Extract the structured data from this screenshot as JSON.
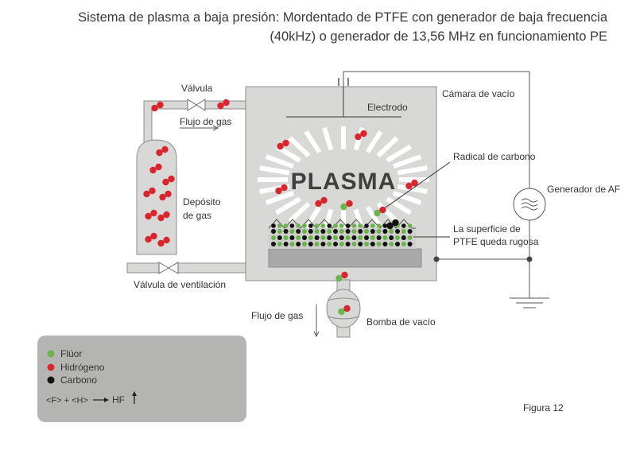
{
  "title": {
    "line1": "Sistema de plasma a baja presión: Mordentado de PTFE con generador de baja frecuencia",
    "line2": "(40kHz) o generador de 13,56 MHz en funcionamiento PE"
  },
  "labels": {
    "valve": "Válvula",
    "gas_flow_top": "Flujo de gas",
    "deposit_line1": "Depósito",
    "deposit_line2": "de gas",
    "vent_valve": "Válvula de ventilación",
    "vacuum_chamber": "Cámara de vacío",
    "electrode": "Electrodo",
    "plasma": "PLASMA",
    "carbon_radical": "Radical de carbono",
    "generator": "Generador de AF",
    "surface_line1": "La superficie de",
    "surface_line2": "PTFE queda rugosa",
    "gas_flow_bottom": "Flujo de gas",
    "vacuum_pump": "Bomba de vacío",
    "figure": "Figura 12"
  },
  "legend": {
    "items": [
      {
        "label": "Flúor",
        "color": "#6db34e"
      },
      {
        "label": "Hidrógeno",
        "color": "#d9262e"
      },
      {
        "label": "Carbono",
        "color": "#111111"
      }
    ],
    "formula": "<F> + <H>",
    "formula_product": "HF"
  },
  "colors": {
    "fill": "#d8d8d6",
    "stroke": "#8c8c8c",
    "legend_bg": "#b4b4b2",
    "fluor": "#6db34e",
    "hydrogen": "#d9262e",
    "carbon": "#111111"
  }
}
